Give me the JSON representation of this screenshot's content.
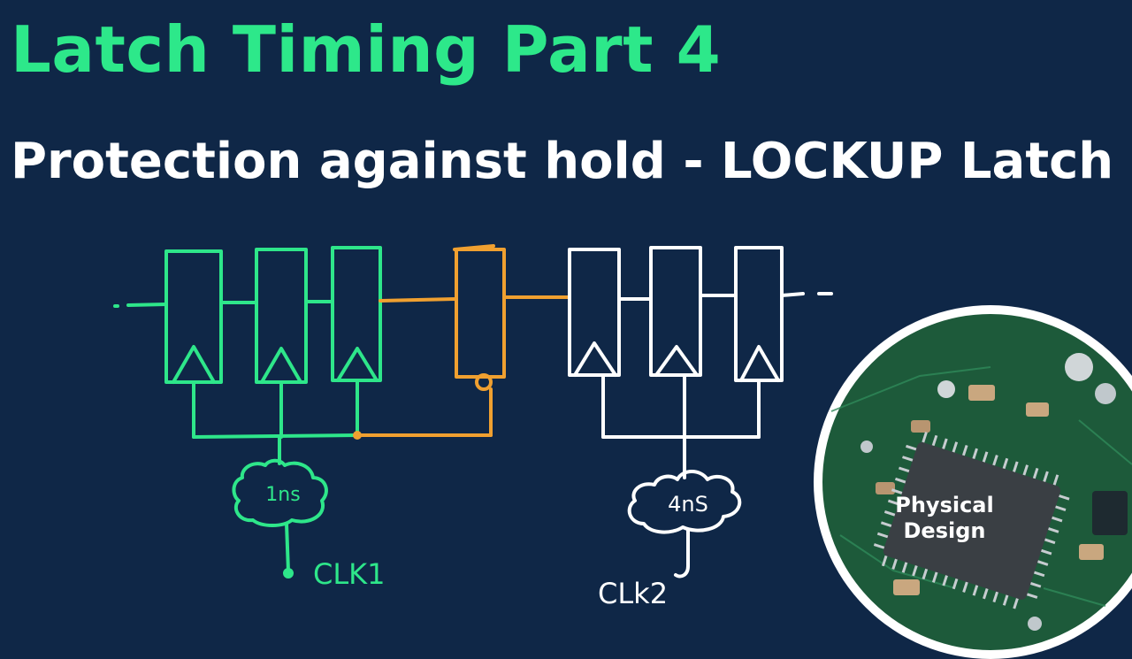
{
  "header": {
    "title": "Latch Timing Part 4",
    "subtitle": "Protection against hold - LOCKUP Latch"
  },
  "diagram": {
    "delay_left": "1ns",
    "delay_right": "4nS",
    "clock_left": "CLK1",
    "clock_right": "CLk2"
  },
  "badge": {
    "label": "Physical Design"
  },
  "colors": {
    "background": "#0f2747",
    "title": "#2de88a",
    "green_wire": "#2ee68a",
    "orange_wire": "#f0a030",
    "white_wire": "#ffffff"
  }
}
